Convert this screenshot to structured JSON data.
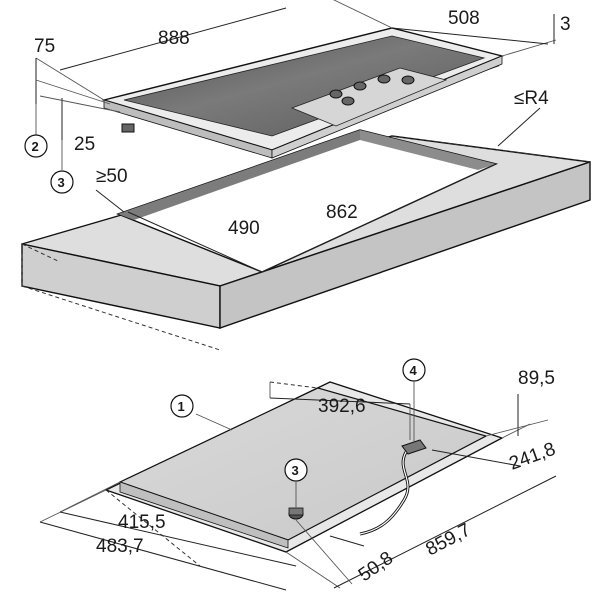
{
  "top_diagram": {
    "dimensions": {
      "width_888": "888",
      "depth_508": "508",
      "height_3": "3",
      "height_75": "75",
      "clearance_25": "25",
      "min_clearance_50": "≥50",
      "radius_r4": "≤R4",
      "cutout_depth_490": "490",
      "cutout_width_862": "862"
    },
    "callouts": {
      "c2": "2",
      "c3": "3"
    }
  },
  "bottom_diagram": {
    "dimensions": {
      "d392_6": "392,6",
      "d89_5": "89,5",
      "d241_8": "241,8",
      "d415_5": "415,5",
      "d483_7": "483,7",
      "d859_7": "859,7",
      "d50_8": "50,8"
    },
    "callouts": {
      "c1": "1",
      "c3": "3",
      "c4": "4"
    }
  },
  "colors": {
    "panel": "#dcdcdc",
    "panel_dark": "#b9b9b9",
    "glass": "#5d5d5d",
    "glass_light": "#8a8a8a",
    "steel": "#e6e6e6",
    "line": "#111111"
  }
}
